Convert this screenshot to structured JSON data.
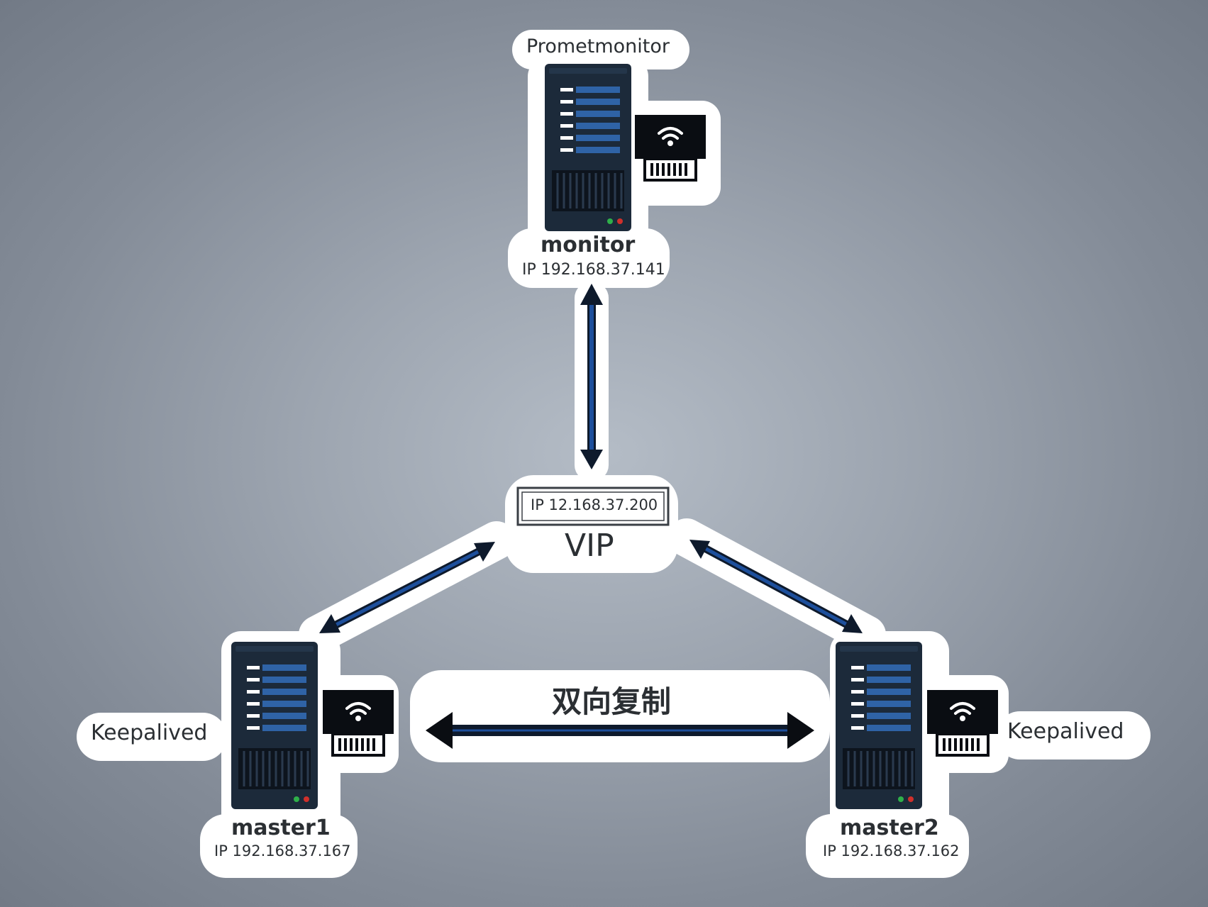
{
  "diagram": {
    "monitor": {
      "top_label": "Prometmonitor",
      "name": "monitor",
      "ip": "IP 192.168.37.141"
    },
    "vip": {
      "ip": "IP 12.168.37.200",
      "name": "VIP"
    },
    "master1": {
      "side_label": "Keepalived",
      "name": "master1",
      "ip": "IP 192.168.37.167"
    },
    "master2": {
      "side_label": "Keepalived",
      "name": "master2",
      "ip": "IP 192.168.37.162"
    },
    "replication_label": "双向复制",
    "colors": {
      "arrow_blue": "#1d4f9c",
      "arrow_dark": "#0e1a2c",
      "server_body": "#1c2a3a",
      "server_bar": "#2f63a6",
      "outline_white": "#ffffff",
      "led_green": "#2fb04a",
      "led_red": "#d0302b"
    }
  }
}
